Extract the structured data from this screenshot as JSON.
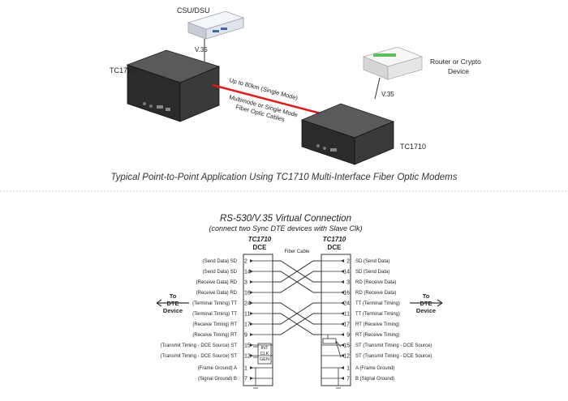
{
  "top": {
    "csu_label": "CSU/DSU",
    "v35_left": "V.35",
    "tc1710_left": "TC1710",
    "router_label_1": "Router or Crypto",
    "router_label_2": "Device",
    "v35_right": "V.35",
    "tc1710_right": "TC1710",
    "fiber_line1": "Up to 80km (Single Mode)",
    "fiber_line2": "Multimode or Single Mode",
    "fiber_line3": "Fiber Optic Cables",
    "caption": "Typical Point-to-Point Application Using TC1710 Multi-Interface Fiber Optic Modems"
  },
  "schematic": {
    "title": "RS-530/V.35 Virtual Connection",
    "subtitle": "(connect two Sync DTE devices with Slave Clk)",
    "left_header_1": "TC1710",
    "left_header_2": "DCE",
    "right_header_1": "TC1710",
    "right_header_2": "DCE",
    "fiber_cable": "Fiber Cable",
    "to_dte_left": [
      "To",
      "DTE",
      "Device"
    ],
    "to_dte_right": [
      "To",
      "DTE",
      "Device"
    ],
    "int_clk_gen": [
      "INT",
      "CLK",
      "GEN"
    ],
    "left_rows": [
      {
        "label": "(Send Data) SD",
        "pin": "2"
      },
      {
        "label": "(Send Data) SD",
        "pin": "14"
      },
      {
        "label": "(Receive Data) RD",
        "pin": "3"
      },
      {
        "label": "(Receive Data) RD",
        "pin": "16"
      },
      {
        "label": "(Terminal Timing) TT",
        "pin": "24"
      },
      {
        "label": "(Terminal Timing) TT",
        "pin": "11"
      },
      {
        "label": "(Receive Timing) RT",
        "pin": "17"
      },
      {
        "label": "(Receive Timing) RT",
        "pin": "9"
      },
      {
        "label": "(Transmit Timing - DCE Source) ST",
        "pin": "15"
      },
      {
        "label": "(Transmit Timing - DCE Source) ST",
        "pin": "12"
      },
      {
        "label": "(Frame Ground) A",
        "pin": "1"
      },
      {
        "label": "(Signal Ground) B",
        "pin": "7"
      }
    ],
    "right_rows": [
      {
        "label": "SD (Send Data)",
        "pin": "2"
      },
      {
        "label": "SD (Send Data)",
        "pin": "14"
      },
      {
        "label": "RD (Receive Data)",
        "pin": "3"
      },
      {
        "label": "RD (Receive Data)",
        "pin": "16"
      },
      {
        "label": "TT (Terminal Timing)",
        "pin": "24"
      },
      {
        "label": "TT (Terminal Timing)",
        "pin": "11"
      },
      {
        "label": "RT (Receive Timing)",
        "pin": "17"
      },
      {
        "label": "RT (Receive Timing)",
        "pin": "9"
      },
      {
        "label": "ST (Transmit Timing - DCE Source)",
        "pin": "15"
      },
      {
        "label": "ST (Transmit Timing - DCE Source)",
        "pin": "12"
      },
      {
        "label": "A (Frame Ground)",
        "pin": "1"
      },
      {
        "label": "B (Signal Ground)",
        "pin": "7"
      }
    ]
  },
  "colors": {
    "fiber": "#e01b1b",
    "device_dark": "#2b2b2b",
    "text": "#222222"
  }
}
